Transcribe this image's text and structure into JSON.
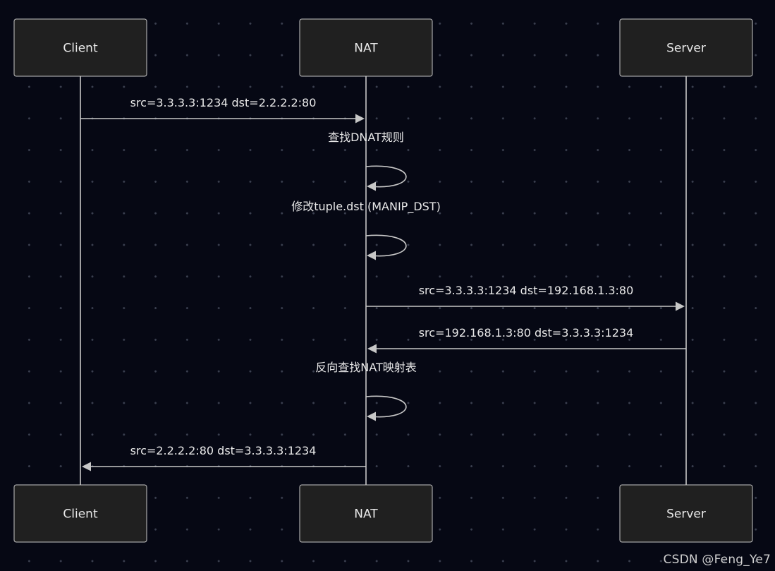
{
  "diagram": {
    "actors": [
      "Client",
      "NAT",
      "Server"
    ],
    "messages": [
      {
        "from": 0,
        "to": 1,
        "label": "src=3.3.3.3:1234 dst=2.2.2.2:80"
      },
      {
        "from": 1,
        "to": 1,
        "label": "查找DNAT规则"
      },
      {
        "from": 1,
        "to": 1,
        "label": "修改tuple.dst (MANIP_DST)"
      },
      {
        "from": 1,
        "to": 2,
        "label": "src=3.3.3.3:1234 dst=192.168.1.3:80"
      },
      {
        "from": 2,
        "to": 1,
        "label": "src=192.168.1.3:80 dst=3.3.3.3:1234"
      },
      {
        "from": 1,
        "to": 1,
        "label": "反向查找NAT映射表"
      },
      {
        "from": 1,
        "to": 0,
        "label": "src=2.2.2.2:80 dst=3.3.3.3:1234"
      }
    ]
  },
  "watermark": "CSDN @Feng_Ye7",
  "colors": {
    "background": "#060814",
    "actor_fill": "#202020",
    "line": "#c7c7c7",
    "text": "#e9e9e9"
  }
}
